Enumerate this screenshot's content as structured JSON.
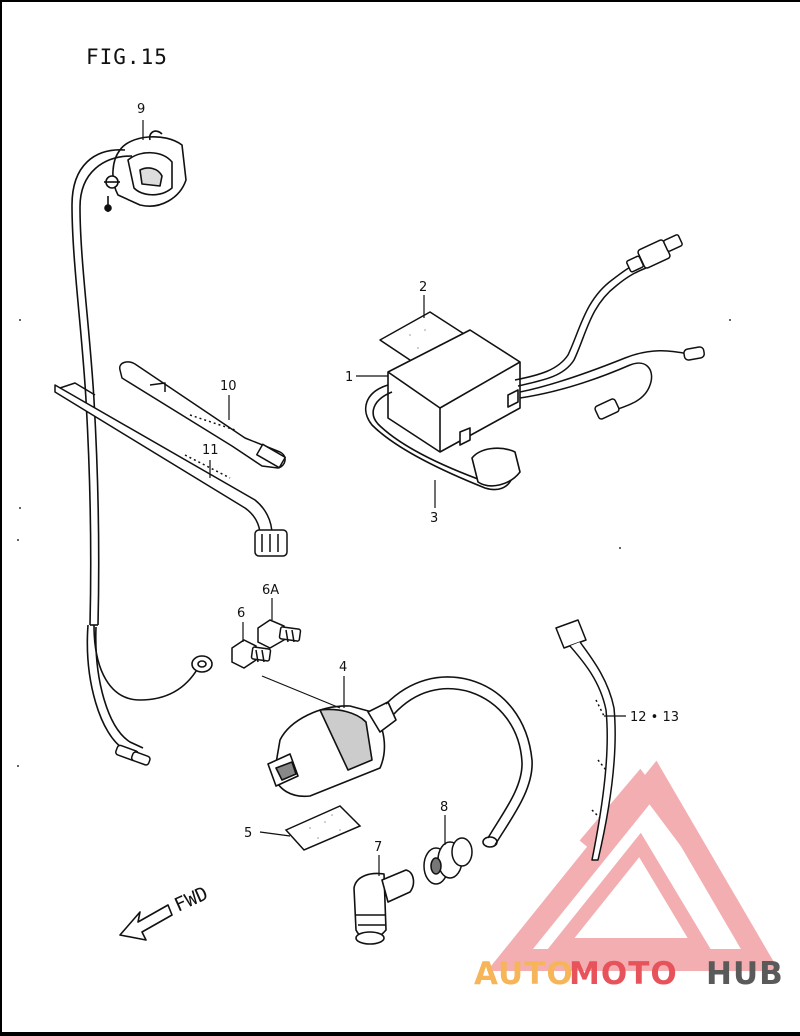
{
  "figure": {
    "title": "FIG.15"
  },
  "callouts": {
    "p1": "1",
    "p2": "2",
    "p3": "3",
    "p4": "4",
    "p5": "5",
    "p6": "6",
    "p6a": "6A",
    "p7": "7",
    "p8": "8",
    "p9": "9",
    "p10": "10",
    "p11": "11",
    "p12_13": "12 • 13"
  },
  "direction": {
    "label": "FWD"
  },
  "watermark": {
    "part1": "AUTO",
    "part2": "MOTO",
    "part3": "HUB",
    "color_orange": "#f7b55a",
    "color_red": "#e8525a",
    "color_gray": "#5a5a5a"
  }
}
